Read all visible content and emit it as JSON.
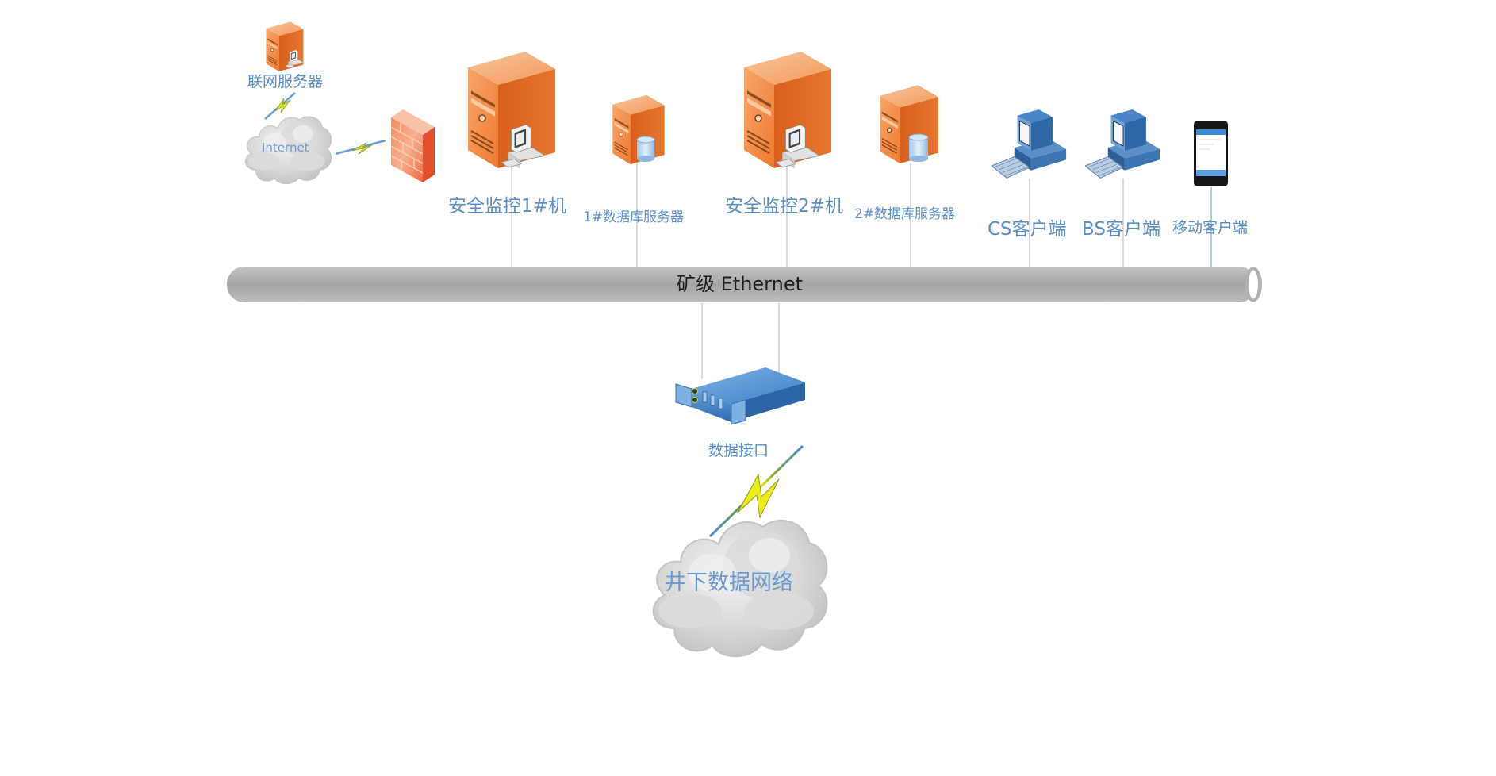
{
  "diagram": {
    "title": "矿井安全监控系统网络拓扑",
    "bus": {
      "label": "矿级 Ethernet"
    },
    "nodes": {
      "internet_server": {
        "label": "联网服务器",
        "icon": "server-tower-icon"
      },
      "internet_cloud": {
        "label": "Internet",
        "icon": "cloud-icon"
      },
      "firewall": {
        "label": "",
        "icon": "firewall-icon"
      },
      "monitor_1": {
        "label": "安全监控1#机",
        "icon": "server-tower-icon"
      },
      "db_server_1": {
        "label": "1#数据库服务器",
        "icon": "database-server-icon"
      },
      "monitor_2": {
        "label": "安全监控2#机",
        "icon": "server-tower-icon"
      },
      "db_server_2": {
        "label": "2#数据库服务器",
        "icon": "database-server-icon"
      },
      "cs_client": {
        "label": "CS客户端",
        "icon": "desktop-computer-icon"
      },
      "bs_client": {
        "label": "BS客户端",
        "icon": "desktop-computer-icon"
      },
      "mobile_client": {
        "label": "移动客户端",
        "icon": "smartphone-icon"
      },
      "data_interface": {
        "label": "数据接口",
        "icon": "rack-switch-icon"
      },
      "underground_network": {
        "label": "井下数据网络",
        "icon": "cloud-icon"
      }
    },
    "links": [
      {
        "from": "internet_server",
        "to": "internet_cloud",
        "type": "wireless"
      },
      {
        "from": "internet_cloud",
        "to": "firewall",
        "type": "wireless"
      },
      {
        "from": "monitor_1",
        "to": "bus",
        "type": "wired"
      },
      {
        "from": "db_server_1",
        "to": "bus",
        "type": "wired"
      },
      {
        "from": "monitor_2",
        "to": "bus",
        "type": "wired"
      },
      {
        "from": "db_server_2",
        "to": "bus",
        "type": "wired"
      },
      {
        "from": "cs_client",
        "to": "bus",
        "type": "wired"
      },
      {
        "from": "bs_client",
        "to": "bus",
        "type": "wired"
      },
      {
        "from": "mobile_client",
        "to": "bus",
        "type": "wired"
      },
      {
        "from": "bus",
        "to": "data_interface",
        "type": "wired"
      },
      {
        "from": "data_interface",
        "to": "underground_network",
        "type": "wireless"
      }
    ],
    "colors": {
      "label_text": "#5b8fc7",
      "server_orange": "#ee7a32",
      "bus_gray": "#a8a8a8",
      "device_blue": "#3a78c0"
    }
  }
}
